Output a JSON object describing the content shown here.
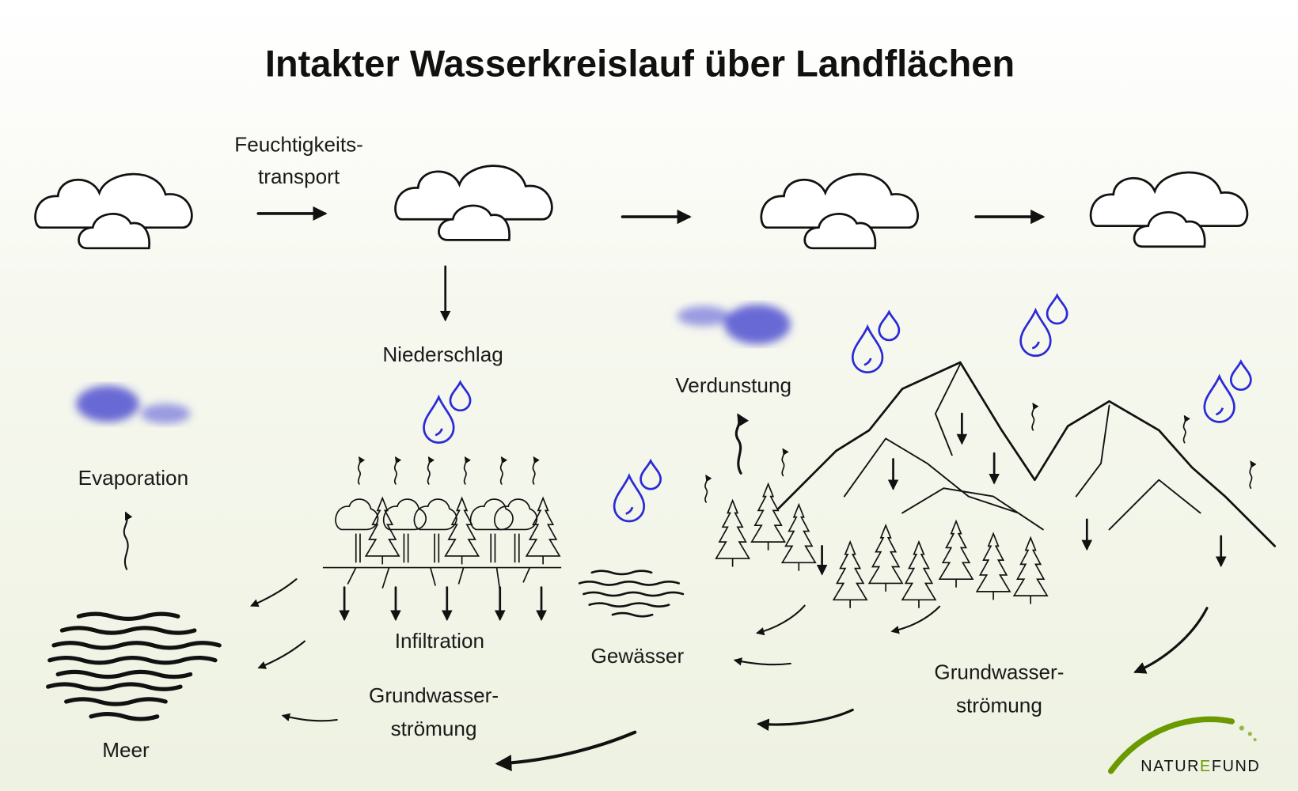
{
  "title": "Intakter Wasserkreislauf über Landflächen",
  "labels": {
    "transport_1": "Feuchtigkeits-",
    "transport_2": "transport",
    "niederschlag": "Niederschlag",
    "verdunstung": "Verdunstung",
    "evaporation": "Evaporation",
    "infiltration": "Infiltration",
    "gewaesser": "Gewässer",
    "grundwasser_left_1": "Grundwasser-",
    "grundwasser_left_2": "strömung",
    "grundwasser_right_1": "Grundwasser-",
    "grundwasser_right_2": "strömung",
    "meer": "Meer"
  },
  "logo": {
    "text_a": "NATUR",
    "text_b": "E",
    "text_c": "FUND"
  },
  "colors": {
    "drop": "#2a2ad8",
    "vapor": "#3a3acc",
    "logo_green": "#6a9a00",
    "background_bottom": "#eef2e1"
  }
}
